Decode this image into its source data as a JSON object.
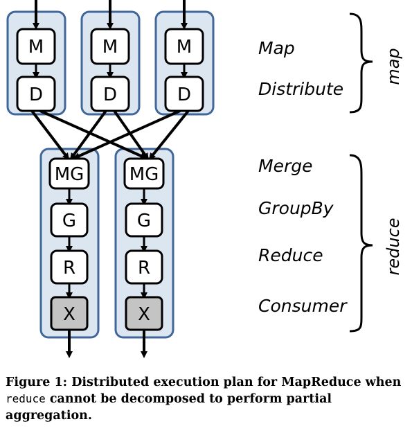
{
  "diagram": {
    "map_nodes": [
      "M",
      "D"
    ],
    "reduce_nodes": [
      "MG",
      "G",
      "R",
      "X"
    ],
    "stage_labels": [
      "Map",
      "Distribute",
      "Merge",
      "GroupBy",
      "Reduce",
      "Consumer"
    ],
    "phase_labels": {
      "map": "map",
      "reduce": "reduce"
    },
    "colors": {
      "column_fill": "#dce6f1",
      "column_stroke": "#41679a",
      "node_fill": "#ffffff",
      "consumer_fill": "#c4c4c4",
      "edge": "#000000"
    }
  },
  "caption": {
    "label": "Figure 1:",
    "text_before_code": "Distributed execution plan for MapReduce when",
    "code": "reduce",
    "text_after_code": "cannot be decomposed to perform partial aggregation."
  }
}
